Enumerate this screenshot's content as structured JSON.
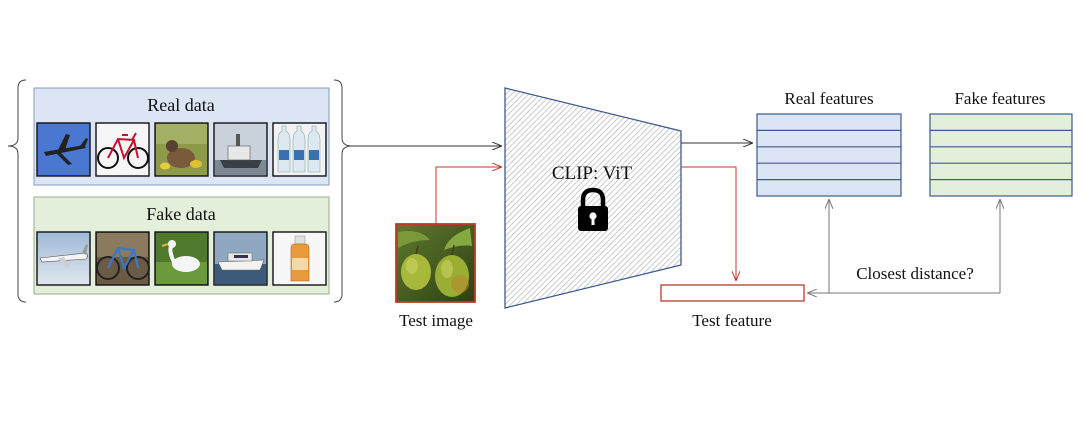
{
  "real_data": {
    "title": "Real data",
    "thumbnails": [
      "airplane",
      "bicycle",
      "bird",
      "boat",
      "bottle"
    ],
    "fill": "#dbe5f3",
    "stroke": "#8a9cc2"
  },
  "fake_data": {
    "title": "Fake data",
    "thumbnails": [
      "airplane",
      "bicycle",
      "bird",
      "boat",
      "bottle"
    ],
    "fill": "#e3efdb",
    "stroke": "#97ad8a"
  },
  "model": {
    "label": "CLIP: ViT",
    "lock_icon": "lock-icon",
    "stroke": "#3c5a8c"
  },
  "test_image": {
    "label": "Test image",
    "subject": "pears",
    "frame": "#c0392b"
  },
  "test_feature": {
    "label": "Test feature",
    "stroke": "#c0392b"
  },
  "real_features": {
    "label": "Real features",
    "rows": 5,
    "fill": "#dbe5f3",
    "stroke": "#3c5a8c"
  },
  "fake_features": {
    "label": "Fake features",
    "rows": 5,
    "fill": "#e3efdb",
    "stroke": "#3c5a8c"
  },
  "question": "Closest distance?",
  "colors": {
    "arrow_dark": "#333333",
    "arrow_red": "#c0392b",
    "arrow_gray": "#777777"
  }
}
